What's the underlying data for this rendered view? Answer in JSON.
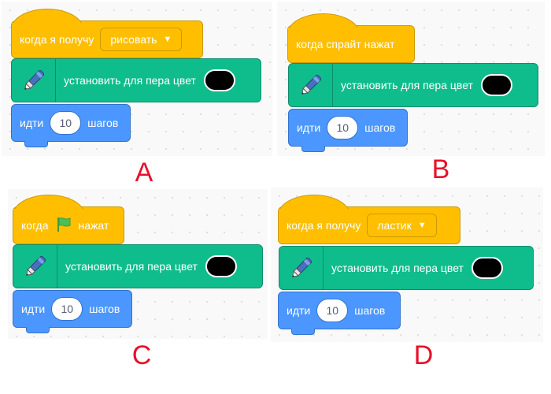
{
  "panels": [
    {
      "letter": "A",
      "hat": {
        "prefix": "когда я получу",
        "dropdown": "рисовать",
        "has_dropdown": true
      },
      "pen": {
        "label": "установить для пера цвет",
        "color": "#000000"
      },
      "motion": {
        "prefix": "идти",
        "value": "10",
        "suffix": "шагов"
      }
    },
    {
      "letter": "B",
      "hat": {
        "prefix": "когда спрайт нажат"
      },
      "pen": {
        "label": "установить для пера цвет",
        "color": "#000000"
      },
      "motion": {
        "prefix": "идти",
        "value": "10",
        "suffix": "шагов"
      }
    },
    {
      "letter": "C",
      "hat": {
        "prefix": "когда",
        "icon": "green-flag-icon",
        "suffix": "нажат"
      },
      "pen": {
        "label": "установить для пера цвет",
        "color": "#000000"
      },
      "motion": {
        "prefix": "идти",
        "value": "10",
        "suffix": "шагов"
      }
    },
    {
      "letter": "D",
      "hat": {
        "prefix": "когда я получу",
        "dropdown": "ластик",
        "has_dropdown": true
      },
      "pen": {
        "label": "установить для пера цвет",
        "color": "#000000"
      },
      "motion": {
        "prefix": "идти",
        "value": "10",
        "suffix": "шагов"
      }
    }
  ],
  "colors": {
    "events": "#ffbf00",
    "pen": "#0fbd8c",
    "motion": "#4c97ff",
    "letters": "#e8102a"
  }
}
